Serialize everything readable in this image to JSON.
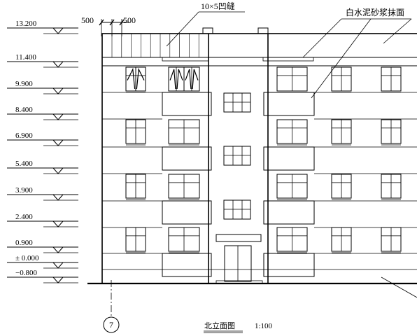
{
  "levels": [
    "13.200",
    "11.400",
    "9.900",
    "8.400",
    "6.900",
    "5.400",
    "3.900",
    "2.400",
    "0.900",
    "± 0.000",
    "−0.800"
  ],
  "annotations": {
    "dim_left": "500",
    "dim_right": "500",
    "groove": "10×5凹缝",
    "finish": "白水泥砂浆抹面"
  },
  "axis_label": "7",
  "title": "北立面图",
  "scale": "1:100"
}
